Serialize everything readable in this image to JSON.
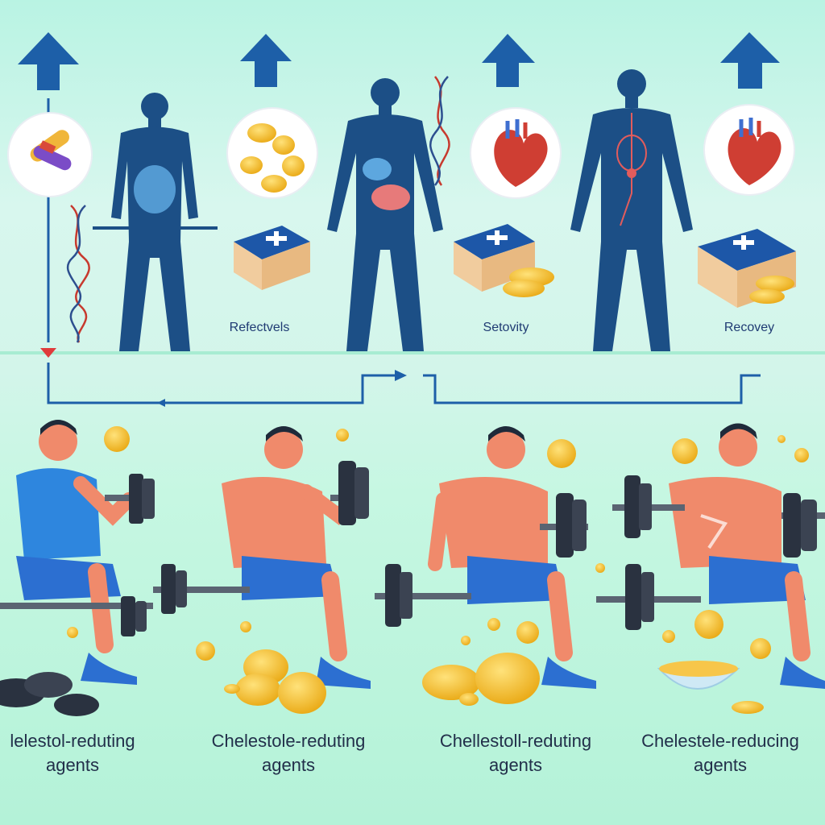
{
  "diagram": {
    "top_labels": [
      "Refectvels",
      "Setovity",
      "Recovey"
    ],
    "bottom_labels": [
      {
        "line1": "lelestol-reduting",
        "line2": "agents"
      },
      {
        "line1": "Chelestole-reduting",
        "line2": "agents"
      },
      {
        "line1": "Chellestoll-reduting",
        "line2": "agents"
      },
      {
        "line1": "Chelestele-reducing",
        "line2": "agents"
      }
    ],
    "colors": {
      "body_silhouette": "#1c4f86",
      "arrow": "#1d5fa8",
      "book": "#1d57a8",
      "coin": "#f5c02d",
      "shorts": "#2c6fd1",
      "skin": "#f08a6b"
    }
  }
}
